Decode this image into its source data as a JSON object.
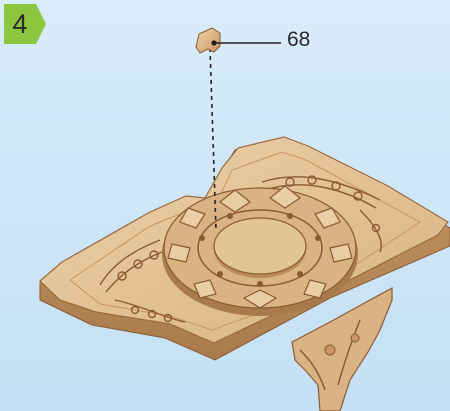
{
  "step": {
    "number": "4"
  },
  "callout": {
    "part_number": "68"
  },
  "colors": {
    "badge": "#8cc63f",
    "wood_light": "#e7c9a0",
    "wood_mid": "#d7b07c",
    "wood_dark": "#a9774a",
    "wood_edge": "#8a5a33",
    "background": "#d3e8f7"
  },
  "icons": [
    "step-badge",
    "wooden-part-68",
    "assembly-guide-line",
    "wooden-tray-assembly",
    "mandala-ornament",
    "carved-stand-leg"
  ]
}
